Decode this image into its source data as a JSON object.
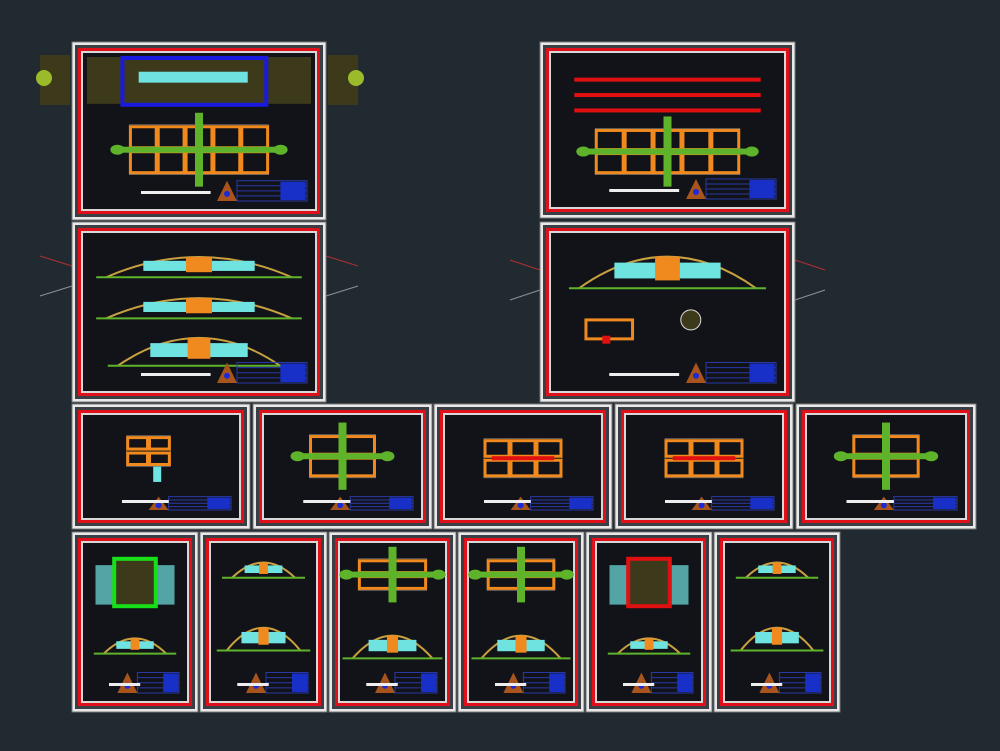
{
  "colors": {
    "background": "#222a31",
    "sheet_border": "#d9d9d9",
    "frame_red": "#e0101a",
    "paper": "#111318",
    "wall_orange": "#f08a1e",
    "green": "#5fb32a",
    "glass_cyan": "#6fe3e0",
    "site_blue": "#1a1adf",
    "title_block_blue": "#2a3aa8",
    "terrain": "#3d3a1c"
  },
  "sheets": [
    {
      "kind": "site-plan"
    },
    {
      "kind": "roof-plan"
    },
    {
      "kind": "elevations"
    },
    {
      "kind": "section-details"
    },
    {
      "kind": "module-section"
    },
    {
      "kind": "module-plan"
    },
    {
      "kind": "module-frame"
    },
    {
      "kind": "module-frame"
    },
    {
      "kind": "module-plan"
    },
    {
      "kind": "square-plan-green"
    },
    {
      "kind": "small-elevations"
    },
    {
      "kind": "double-plan"
    },
    {
      "kind": "double-plan"
    },
    {
      "kind": "square-plan-red"
    },
    {
      "kind": "small-elevations"
    }
  ]
}
